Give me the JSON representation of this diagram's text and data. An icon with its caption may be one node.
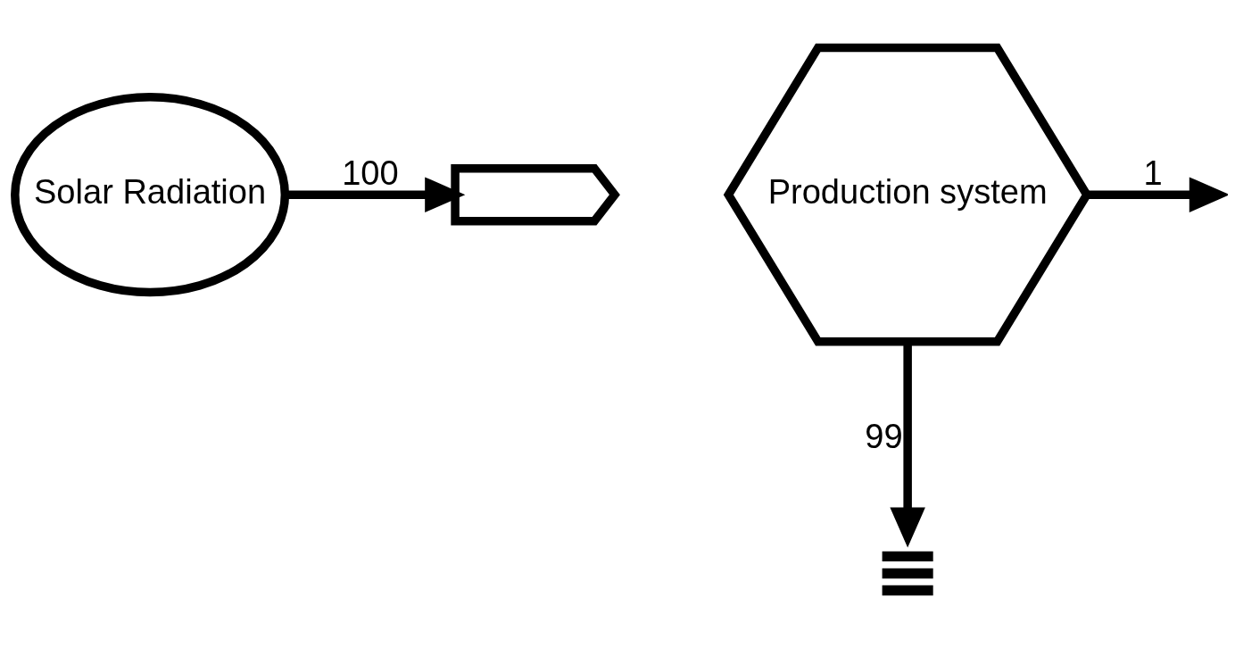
{
  "diagram": {
    "nodes": [
      {
        "text": [
          "Solar Radiation"
        ]
      },
      {
        "text": [
          "Production system"
        ]
      },
      {
        "text": [],
        "shape": "chevron"
      },
      {
        "text": [],
        "shape": "sink"
      }
    ],
    "edges": [
      {
        "from": 0,
        "to": 2,
        "arrow": "to",
        "label": "100"
      },
      {
        "from": 1,
        "to": null,
        "arrow": "to",
        "label": "1"
      },
      {
        "from": 1,
        "to": 3,
        "arrow": "to",
        "label": "99"
      }
    ]
  }
}
